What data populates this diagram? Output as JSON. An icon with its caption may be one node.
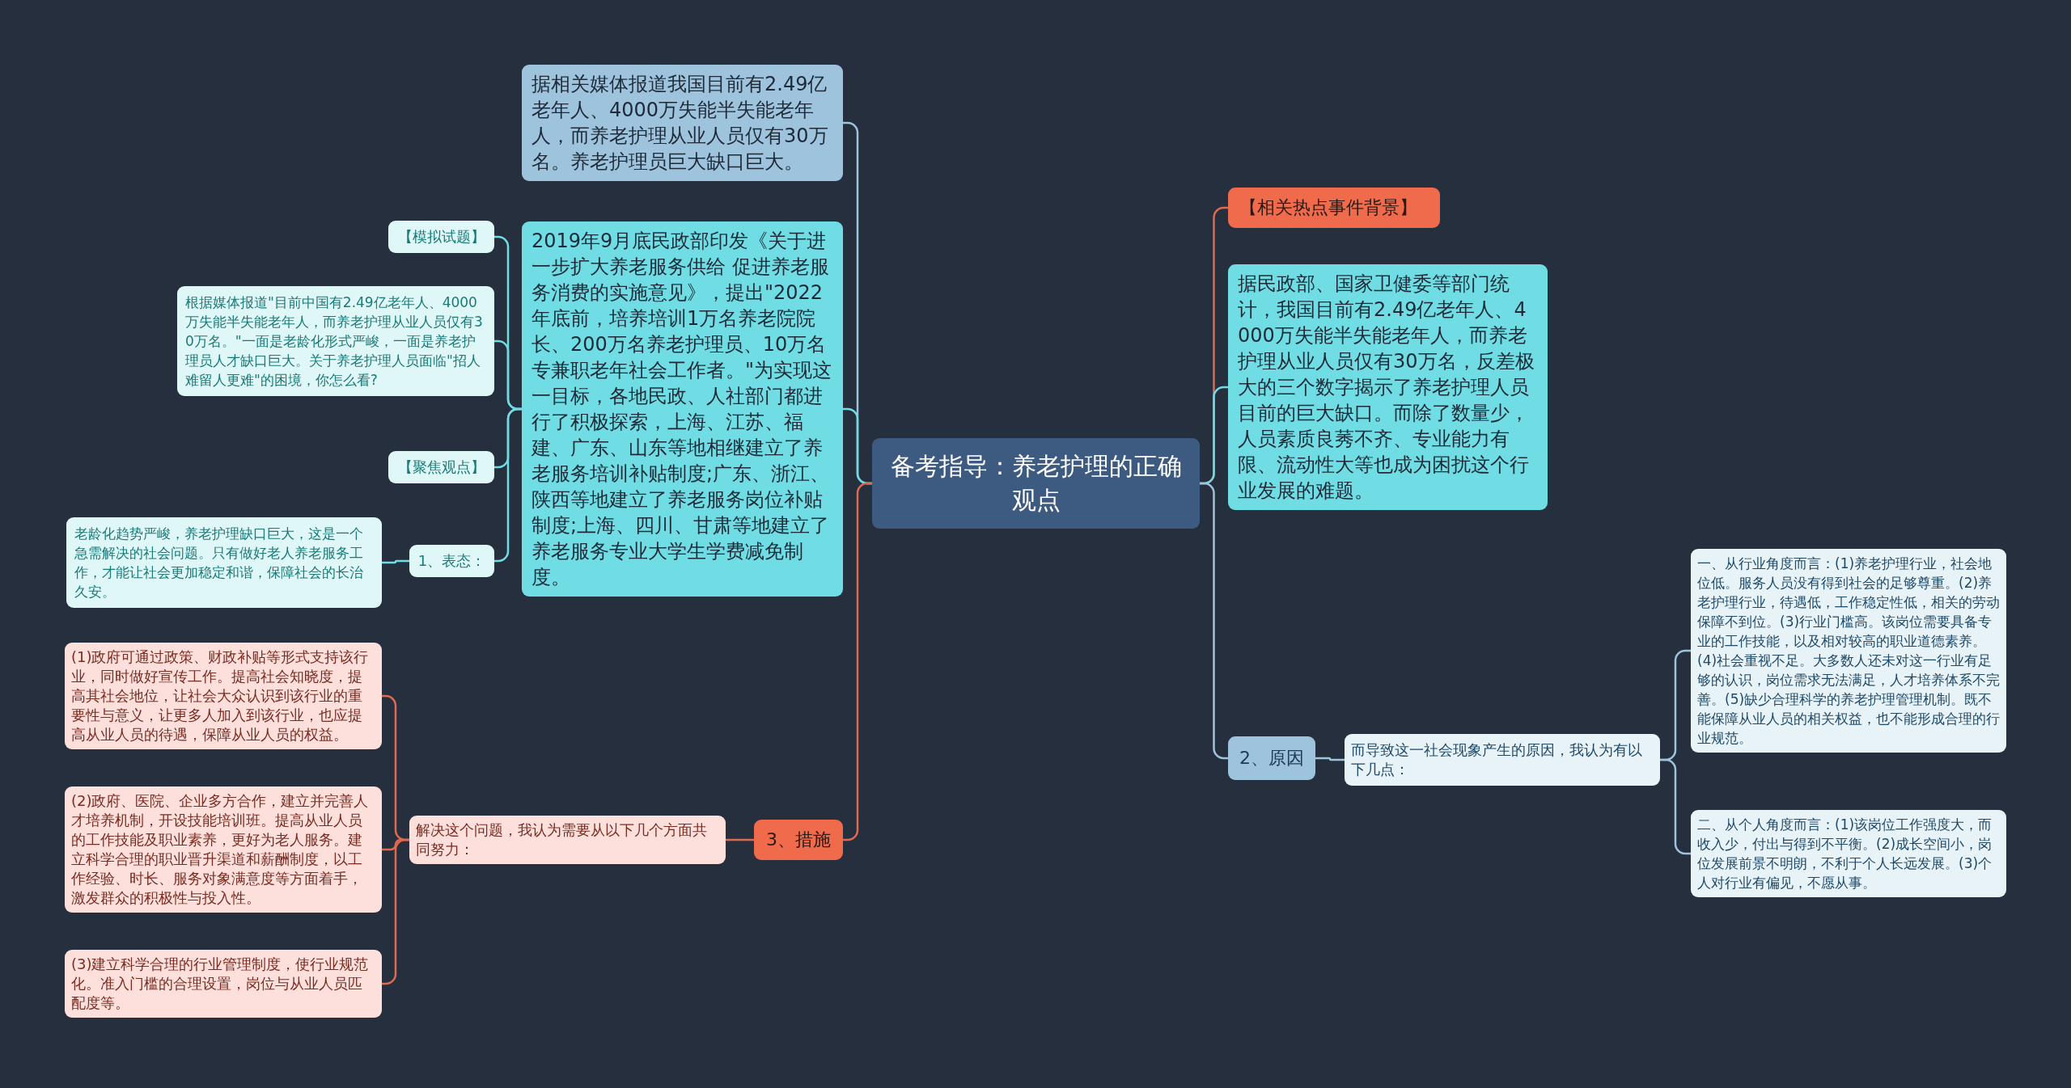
{
  "diagram": {
    "nodes": [
      {
        "text": [
          "备考指导：养老护理的正确观点"
        ]
      },
      {
        "text": [
          "据相关媒体报道我国目前有2.49亿老年人、4000万失能半失能老年人，而养老护理从业人员仅有30万名。养老护理员巨大缺口巨大。"
        ]
      },
      {
        "text": [
          "2019年9月底民政部印发《关于进一步扩大养老服务供给 促进养老服务消费的实施意见》，提出\"2022年底前，培养培训1万名养老院院长、200万名养老护理员、10万名专兼职老年社会工作者。\"为实现这一目标，各地民政、人社部门都进行了积极探索，上海、江苏、福建、广东、山东等地相继建立了养老服务培训补贴制度;广东、浙江、陕西等地建立了养老服务岗位补贴制度;上海、四川、甘肃等地建立了养老服务专业大学生学费减免制度。"
        ]
      },
      {
        "text": [
          "【模拟试题】"
        ]
      },
      {
        "text": [
          "根据媒体报道\"目前中国有2.49亿老年人、4000万失能半失能老年人，而养老护理从业人员仅有30万名。\"一面是老龄化形式严峻，一面是养老护理员人才缺口巨大。关于养老护理人员面临\"招人难留人更难\"的困境，你怎么看?"
        ]
      },
      {
        "text": [
          "【聚焦观点】"
        ]
      },
      {
        "text": [
          "1、表态："
        ]
      },
      {
        "text": [
          "老龄化趋势严峻，养老护理缺口巨大，这是一个急需解决的社会问题。只有做好老人养老服务工作，才能让社会更加稳定和谐，保障社会的长治久安。"
        ]
      },
      {
        "text": [
          "3、措施"
        ]
      },
      {
        "text": [
          "解决这个问题，我认为需要从以下几个方面共同努力："
        ]
      },
      {
        "text": [
          "(1)政府可通过政策、财政补贴等形式支持该行业，同时做好宣传工作。提高社会知晓度，提高其社会地位，让社会大众认识到该行业的重要性与意义，让更多人加入到该行业，也应提高从业人员的待遇，保障从业人员的权益。"
        ]
      },
      {
        "text": [
          "(2)政府、医院、企业多方合作，建立并完善人才培养机制，开设技能培训班。提高从业人员的工作技能及职业素养，更好为老人服务。建立科学合理的职业晋升渠道和薪酬制度，以工作经验、时长、服务对象满意度等方面着手，激发群众的积极性与投入性。"
        ]
      },
      {
        "text": [
          "(3)建立科学合理的行业管理制度，使行业规范化。准入门槛的合理设置，岗位与从业人员匹配度等。"
        ]
      },
      {
        "text": [
          "【相关热点事件背景】"
        ]
      },
      {
        "text": [
          "据民政部、国家卫健委等部门统计，我国目前有2.49亿老年人、4000万失能半失能老年人，而养老护理从业人员仅有30万名，反差极大的三个数字揭示了养老护理人员目前的巨大缺口。而除了数量少，人员素质良莠不齐、专业能力有限、流动性大等也成为困扰这个行业发展的难题。"
        ]
      },
      {
        "text": [
          "2、原因"
        ]
      },
      {
        "text": [
          "而导致这一社会现象产生的原因，我认为有以下几点："
        ]
      },
      {
        "text": [
          "一、从行业角度而言：(1)养老护理行业，社会地位低。服务人员没有得到社会的足够尊重。(2)养老护理行业，待遇低，工作稳定性低，相关的劳动保障不到位。(3)行业门槛高。该岗位需要具备专业的工作技能，以及相对较高的职业道德素养。(4)社会重视不足。大多数人还未对这一行业有足够的认识，岗位需求无法满足，人才培养体系不完善。(5)缺少合理科学的养老护理管理机制。既不能保障从业人员的相关权益，也不能形成合理的行业规范。"
        ]
      },
      {
        "text": [
          "二、从个人角度而言：(1)该岗位工作强度大，而收入少，付出与得到不平衡。(2)成长空间小，岗位发展前景不明朗，不利于个人长远发展。(3)个人对行业有偏见，不愿从事。"
        ]
      }
    ],
    "edges": [
      {
        "from": 0,
        "to": 1,
        "arrow": "none",
        "color": "#9ec3dc"
      },
      {
        "from": 0,
        "to": 2,
        "arrow": "none"
      },
      {
        "from": 2,
        "to": 3,
        "arrow": "none"
      },
      {
        "from": 2,
        "to": 4,
        "arrow": "none"
      },
      {
        "from": 2,
        "to": 5,
        "arrow": "none"
      },
      {
        "from": 2,
        "to": 6,
        "arrow": "none"
      },
      {
        "from": 6,
        "to": 7,
        "arrow": "none"
      },
      {
        "from": 0,
        "to": 8,
        "arrow": "none",
        "color": "#e0694f"
      },
      {
        "from": 8,
        "to": 9,
        "arrow": "none",
        "color": "#e0694f"
      },
      {
        "from": 9,
        "to": 10,
        "arrow": "none",
        "color": "#e0694f"
      },
      {
        "from": 9,
        "to": 11,
        "arrow": "none",
        "color": "#e0694f"
      },
      {
        "from": 9,
        "to": 12,
        "arrow": "none",
        "color": "#e0694f"
      },
      {
        "from": 0,
        "to": 13,
        "arrow": "none",
        "color": "#e0694f"
      },
      {
        "from": 0,
        "to": 14,
        "arrow": "none"
      },
      {
        "from": 0,
        "to": 15,
        "arrow": "none",
        "color": "#9ec3dc"
      },
      {
        "from": 15,
        "to": 16,
        "arrow": "none",
        "color": "#9ec3dc"
      },
      {
        "from": 16,
        "to": 17,
        "arrow": "none",
        "color": "#9ec3dc"
      },
      {
        "from": 16,
        "to": 18,
        "arrow": "none",
        "color": "#9ec3dc"
      }
    ]
  }
}
